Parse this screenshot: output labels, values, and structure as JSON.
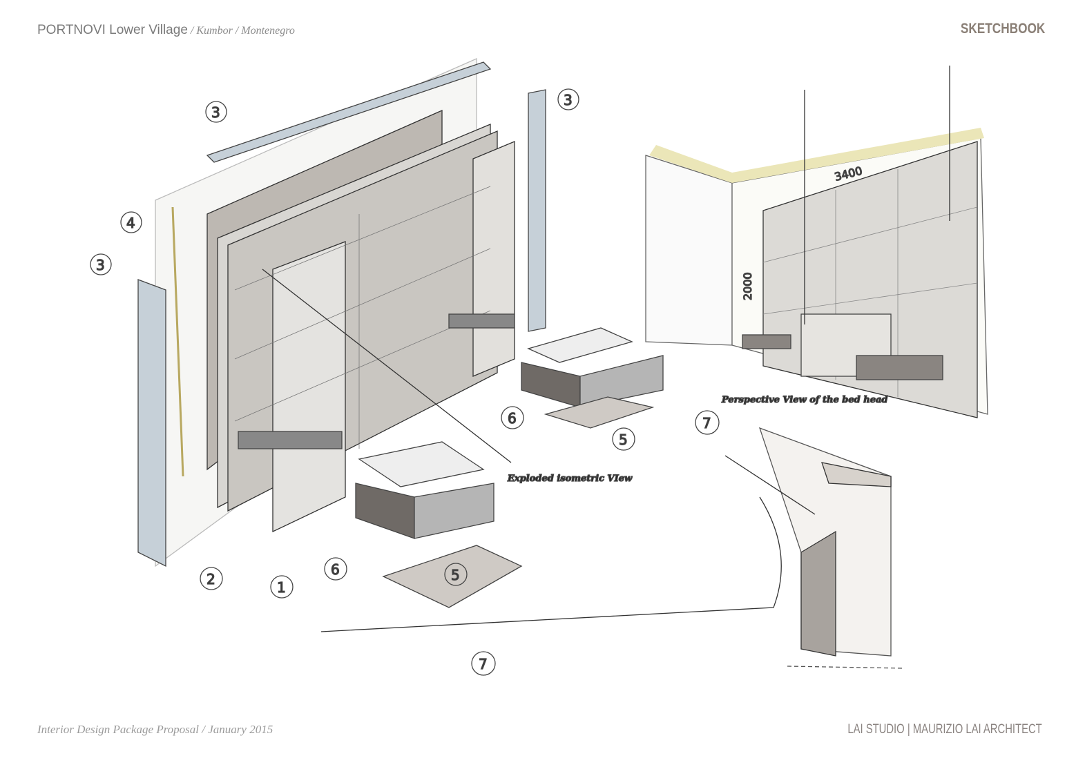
{
  "header": {
    "project": "PORTNOVI Lower Village",
    "location": " / Kumbor / Montenegro",
    "section": "SKETCHBOOK"
  },
  "footer": {
    "proposal": "Interior Design Package Proposal  /  January 2015",
    "studio": "LAI STUDIO  |  MAURIZIO LAI ARCHITECT"
  },
  "sketch": {
    "caption_exploded": "Exploded isometric VIew",
    "caption_perspective": "Perspective View of the bed head",
    "dimension_width": "3400",
    "dimension_height": "2000",
    "callouts": [
      "3",
      "3",
      "4",
      "3",
      "2",
      "1",
      "6",
      "5",
      "7",
      "6",
      "5",
      "7"
    ]
  },
  "colors": {
    "ink": "#333333",
    "accent_yellow": "#e8e2a8",
    "panel_grey": "#9a9590"
  }
}
